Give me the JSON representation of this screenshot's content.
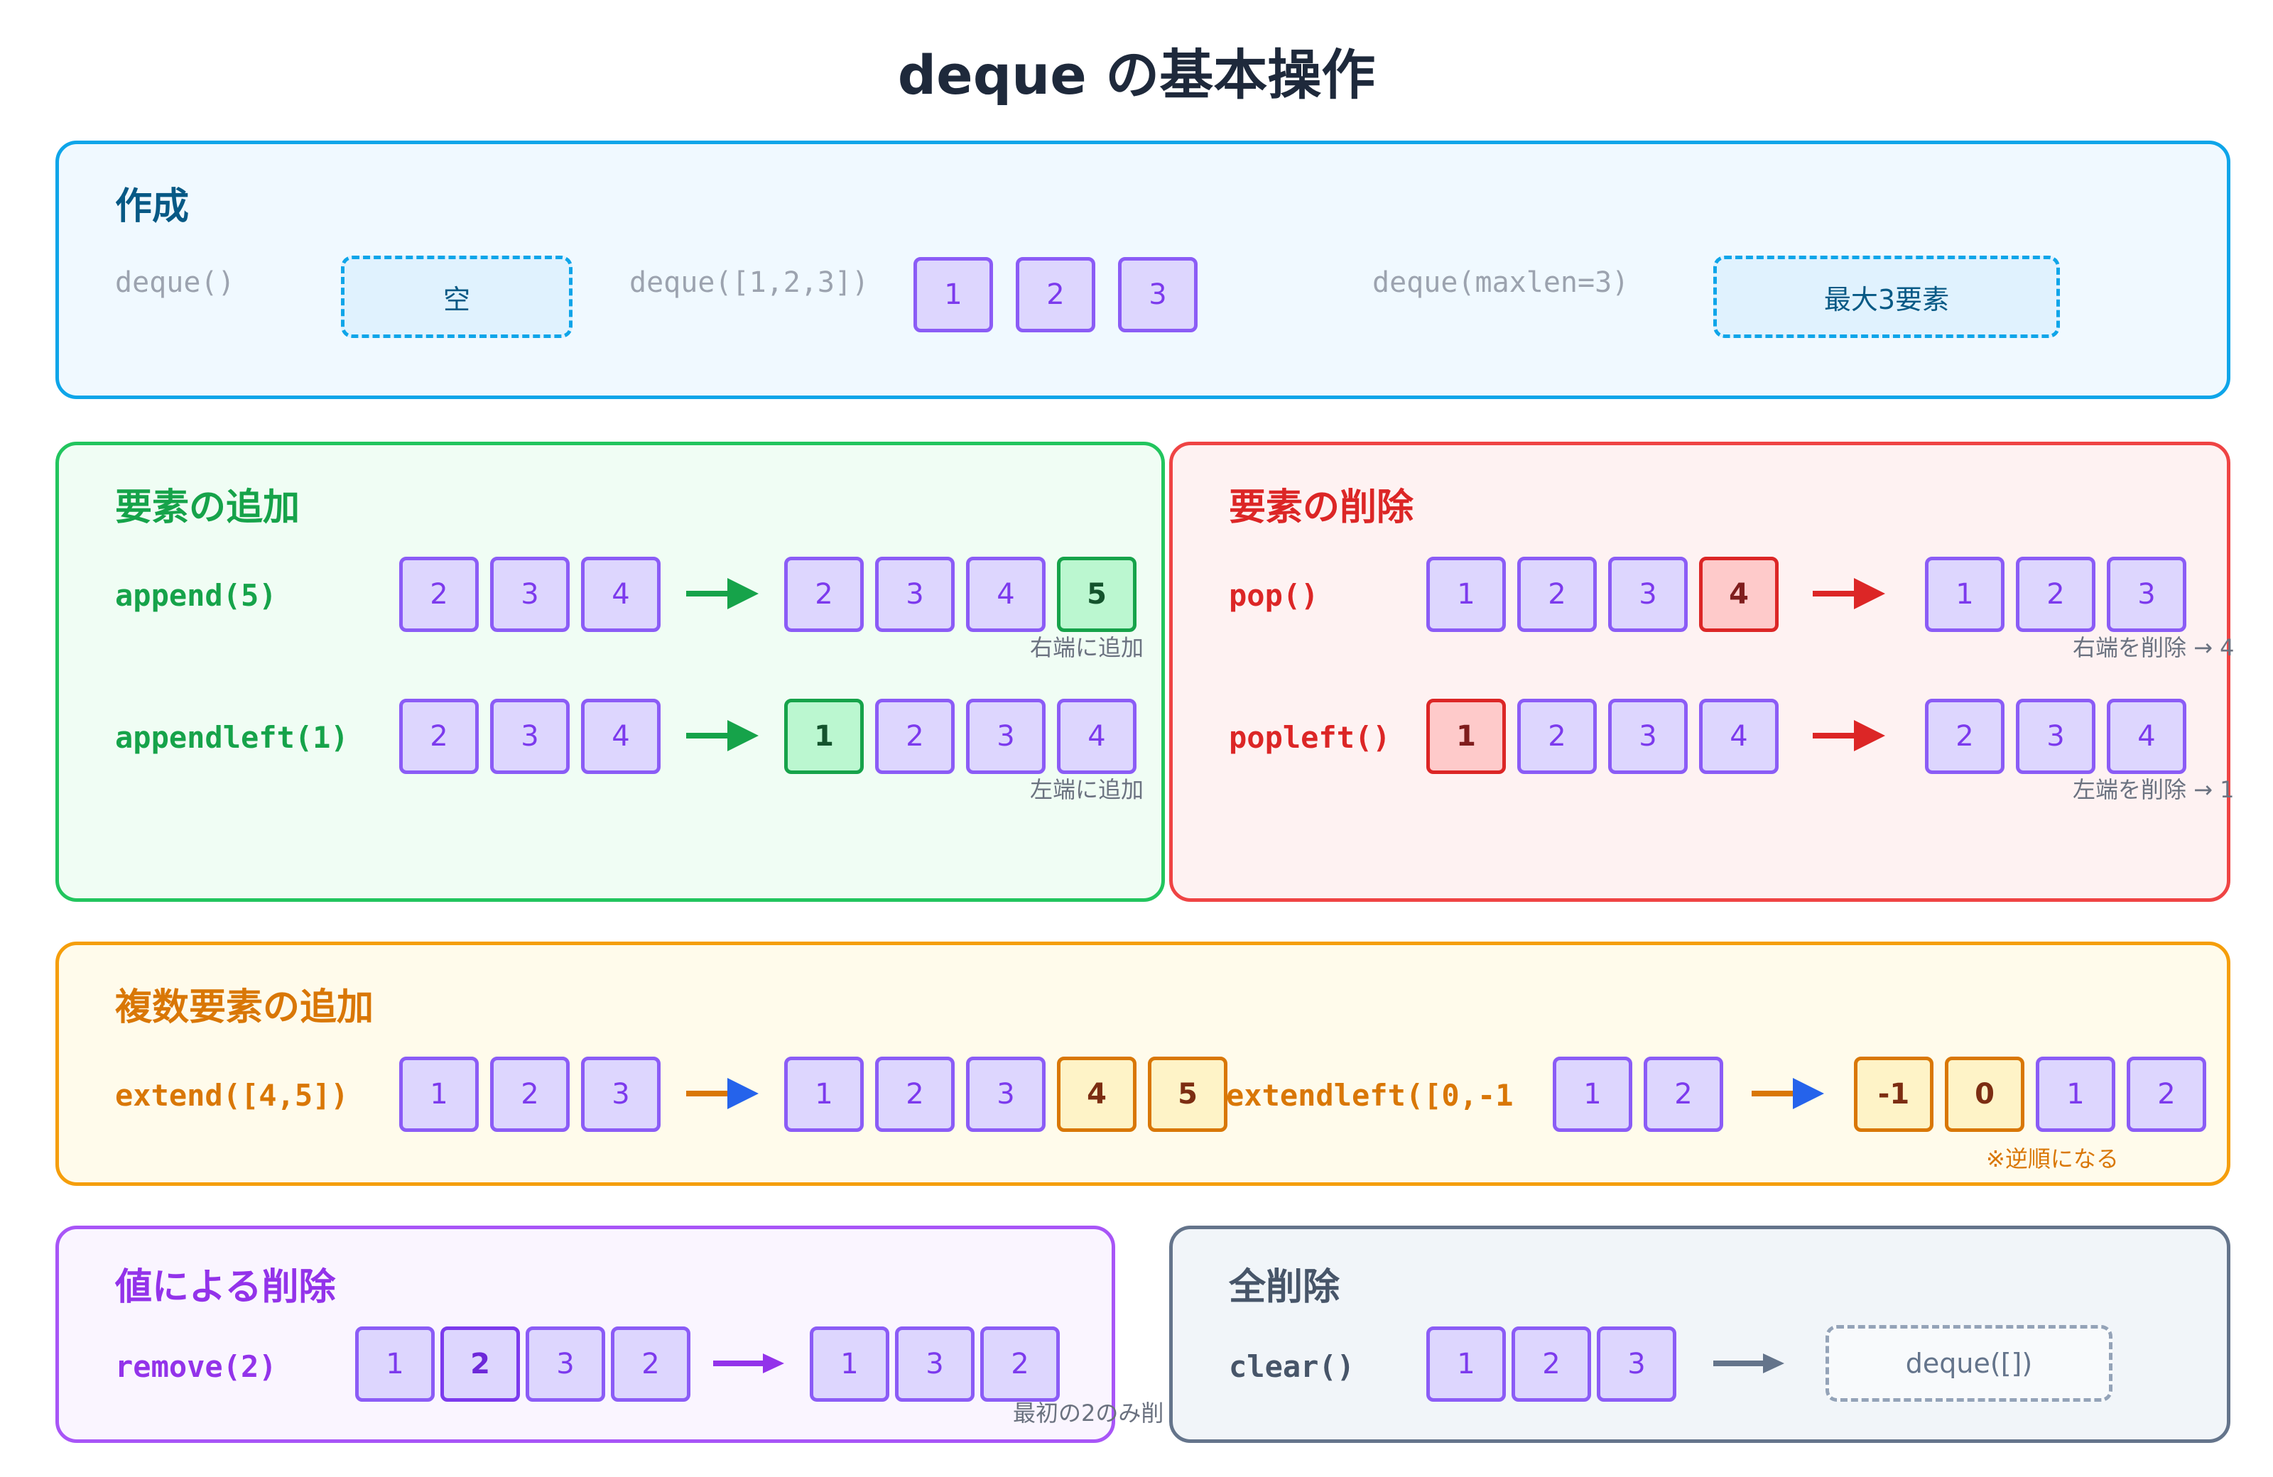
{
  "title": "deque の基本操作",
  "colors": {
    "create": "#0ea5e9",
    "add": "#22c55e",
    "remove": "#ef4444",
    "extend": "#f59e0b",
    "value_remove": "#a855f7",
    "clear": "#64748b",
    "element": "#8b5cf6"
  },
  "create": {
    "title": "作成",
    "empty_code": "deque()",
    "empty_label": "空",
    "list_code": "deque([1,2,3])",
    "list_values": [
      "1",
      "2",
      "3"
    ],
    "maxlen_code": "deque(maxlen=3)",
    "maxlen_label": "最大3要素"
  },
  "add": {
    "title": "要素の追加",
    "append_code": "append(5)",
    "append_before": [
      "2",
      "3",
      "4"
    ],
    "append_after": [
      "2",
      "3",
      "4",
      "5"
    ],
    "append_note": "右端に追加",
    "appendleft_code": "appendleft(1)",
    "appendleft_before": [
      "2",
      "3",
      "4"
    ],
    "appendleft_after": [
      "1",
      "2",
      "3",
      "4"
    ],
    "appendleft_note": "左端に追加"
  },
  "remove": {
    "title": "要素の削除",
    "pop_code": "pop()",
    "pop_before": [
      "1",
      "2",
      "3",
      "4"
    ],
    "pop_after": [
      "1",
      "2",
      "3"
    ],
    "pop_note": "右端を削除 → 4",
    "popleft_code": "popleft()",
    "popleft_before": [
      "1",
      "2",
      "3",
      "4"
    ],
    "popleft_after": [
      "2",
      "3",
      "4"
    ],
    "popleft_note": "左端を削除 → 1"
  },
  "extend": {
    "title": "複数要素の追加",
    "extend_code": "extend([4,5])",
    "extend_before": [
      "1",
      "2",
      "3"
    ],
    "extend_after": [
      "1",
      "2",
      "3",
      "4",
      "5"
    ],
    "extendleft_code": "extendleft([0,-1",
    "extendleft_before": [
      "1",
      "2"
    ],
    "extendleft_after": [
      "-1",
      "0",
      "1",
      "2"
    ],
    "extendleft_note": "※逆順になる"
  },
  "value_remove": {
    "title": "値による削除",
    "code": "remove(2)",
    "before": [
      "1",
      "2",
      "3",
      "2"
    ],
    "after": [
      "1",
      "3",
      "2"
    ],
    "note": "最初の2のみ削"
  },
  "clear": {
    "title": "全削除",
    "code": "clear()",
    "before": [
      "1",
      "2",
      "3"
    ],
    "result": "deque([])"
  }
}
